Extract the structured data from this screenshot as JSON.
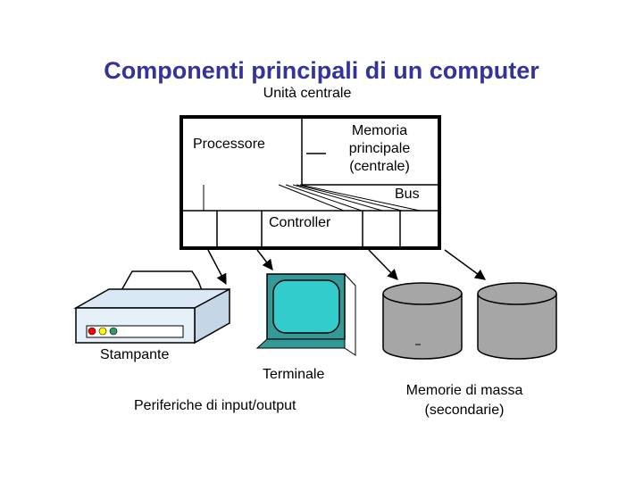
{
  "title": "Componenti principali di un computer",
  "subtitle": "Unità  centrale",
  "labels": {
    "processor": "Processore",
    "memory_line1": "Memoria",
    "memory_line2": "principale",
    "memory_line3": "(centrale)",
    "bus": "Bus",
    "controller": "Controller",
    "printer": "Stampante",
    "terminal": "Terminale",
    "io_peripherals": "Periferiche di input/output",
    "mass_memory_line1": "Memorie di massa",
    "mass_memory_line2": "(secondarie)"
  },
  "colors": {
    "title": "#33339a",
    "printer_body": "#e6f0f8",
    "monitor_screen": "#33cccc",
    "terminal_body": "#339999",
    "disk": "#a6a6a6",
    "led_red": "#ff0000",
    "led_yellow": "#ffff00",
    "led_green": "#339966"
  },
  "icons": [
    "printer-icon",
    "terminal-icon",
    "disk-icon"
  ]
}
